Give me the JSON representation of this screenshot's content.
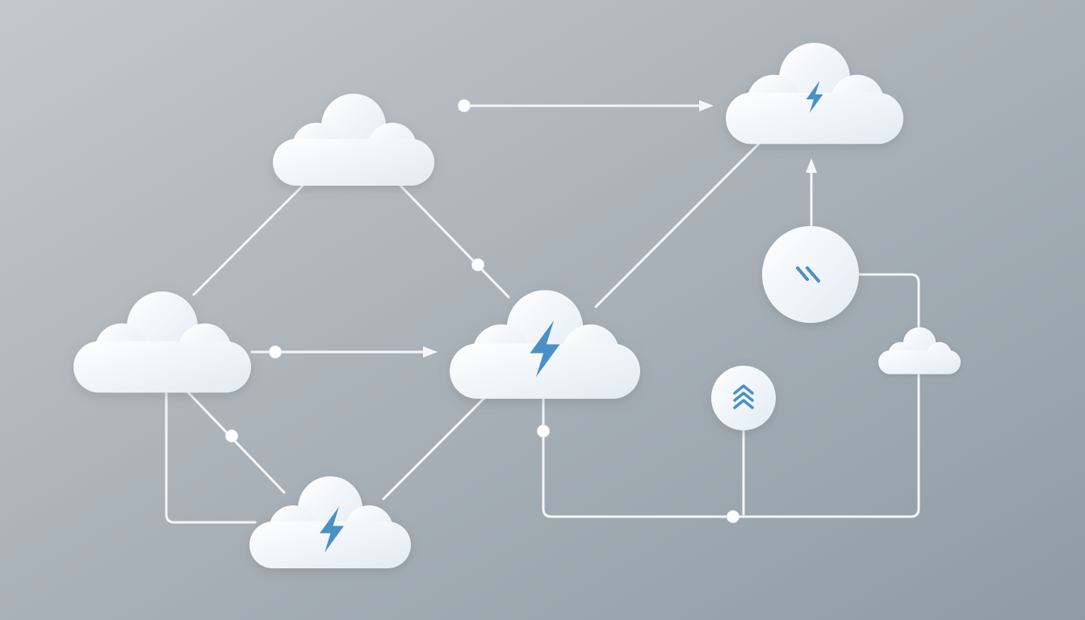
{
  "diagram": {
    "background": {
      "from": "#c3c8cc",
      "to": "#8f9ba4"
    },
    "colors": {
      "line": "#f4f6f8",
      "node_fill_top": "#ffffff",
      "node_fill_bottom": "#e2ebf3",
      "accent": "#4a90c6"
    },
    "nodes": [
      {
        "id": "cloud-top-left",
        "kind": "cloud",
        "icon": "none"
      },
      {
        "id": "cloud-top-right",
        "kind": "cloud",
        "icon": "lightning-bolt-icon"
      },
      {
        "id": "cloud-left",
        "kind": "cloud",
        "icon": "none"
      },
      {
        "id": "cloud-center",
        "kind": "cloud",
        "icon": "lightning-bolt-icon"
      },
      {
        "id": "cloud-bottom",
        "kind": "cloud",
        "icon": "lightning-bolt-icon"
      },
      {
        "id": "cloud-small-right",
        "kind": "cloud",
        "icon": "none"
      },
      {
        "id": "circle-large",
        "kind": "circle",
        "icon": "double-slash-icon"
      },
      {
        "id": "circle-small",
        "kind": "circle",
        "icon": "chevrons-up-icon"
      }
    ],
    "edges": [
      {
        "from": "dot-top",
        "to": "cloud-top-right",
        "arrow": true
      },
      {
        "from": "cloud-left",
        "to": "cloud-center",
        "arrow": true
      },
      {
        "from": "circle-large",
        "to": "cloud-top-right",
        "arrow": true
      },
      {
        "from": "cloud-top-left",
        "to": "cloud-left",
        "arrow": false
      },
      {
        "from": "cloud-top-left",
        "to": "cloud-center",
        "arrow": false
      },
      {
        "from": "cloud-center",
        "to": "cloud-top-right",
        "arrow": false
      },
      {
        "from": "cloud-left",
        "to": "cloud-bottom",
        "arrow": false
      },
      {
        "from": "cloud-center",
        "to": "cloud-bottom",
        "arrow": false
      },
      {
        "from": "cloud-center",
        "to": "circle-small",
        "arrow": false
      },
      {
        "from": "circle-large",
        "to": "cloud-small-right",
        "arrow": false
      }
    ]
  }
}
